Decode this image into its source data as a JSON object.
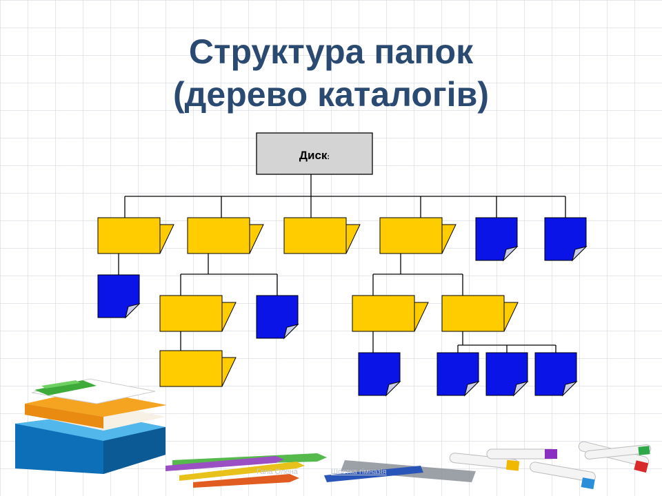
{
  "title": {
    "line1": "Структура папок",
    "line2": "(дерево каталогів)"
  },
  "root": {
    "label": "Диск",
    "suffix": ":"
  },
  "colors": {
    "title": "#2b4a72",
    "folder": "#ffcc00",
    "file": "#0a14e6",
    "root_box": "#d4d4d4",
    "line": "#000000"
  },
  "tree": [
    {
      "type": "folder",
      "children": [
        {
          "type": "file"
        }
      ]
    },
    {
      "type": "folder",
      "children": [
        {
          "type": "folder",
          "children": [
            {
              "type": "folder"
            }
          ]
        },
        {
          "type": "file"
        }
      ]
    },
    {
      "type": "folder"
    },
    {
      "type": "folder",
      "children": [
        {
          "type": "folder",
          "children": [
            {
              "type": "file"
            }
          ]
        },
        {
          "type": "folder",
          "children": [
            {
              "type": "file"
            },
            {
              "type": "file"
            },
            {
              "type": "file"
            }
          ]
        }
      ]
    },
    {
      "type": "file"
    },
    {
      "type": "file"
    }
  ],
  "footer": {
    "author": "Гапа Олена",
    "school": "Шостка гімназія"
  },
  "decorations": [
    "books",
    "pencils",
    "ruler",
    "markers"
  ]
}
